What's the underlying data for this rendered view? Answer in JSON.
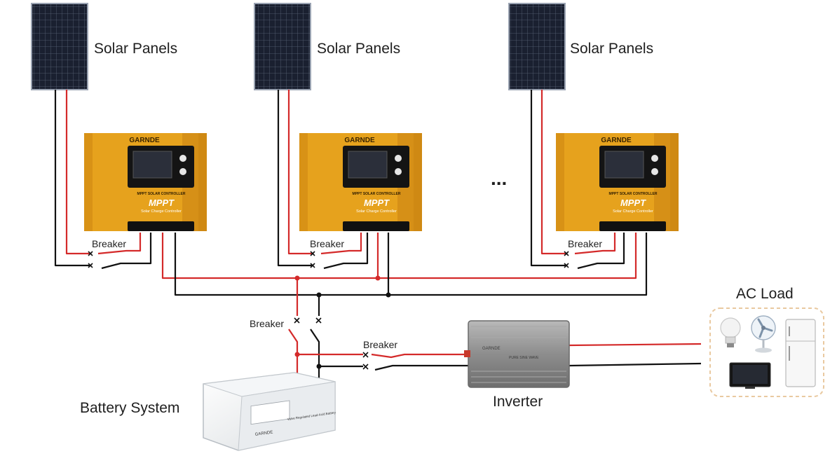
{
  "labels": {
    "solar_panels": "Solar Panels",
    "breaker": "Breaker",
    "ellipsis": "...",
    "ac_load": "AC Load",
    "battery_system": "Battery System",
    "inverter": "Inverter"
  },
  "controller": {
    "brand": "GARNDE",
    "line": "MPPT SOLAR CONTROLLER",
    "model": "MPPT",
    "subtitle": "Solar Charge Controller"
  },
  "inverter_plate": {
    "brand": "GARNDE",
    "text": "PURE SINE WAVE"
  },
  "battery_plate": {
    "brand": "GARNDE",
    "text": "Valve Regulated Lead-Acid Battery"
  },
  "colors": {
    "positive_wire": "#d42a2a",
    "negative_wire": "#111111",
    "controller_body": "#e6a21d",
    "controller_dark": "#c98212",
    "panel_cell": "#1a2030",
    "panel_grid": "#5a6478",
    "ac_load_border": "#e9c9a0"
  },
  "icons": {
    "ac_loads": [
      "light-bulb-icon",
      "desk-fan-icon",
      "refrigerator-icon",
      "television-icon"
    ]
  }
}
